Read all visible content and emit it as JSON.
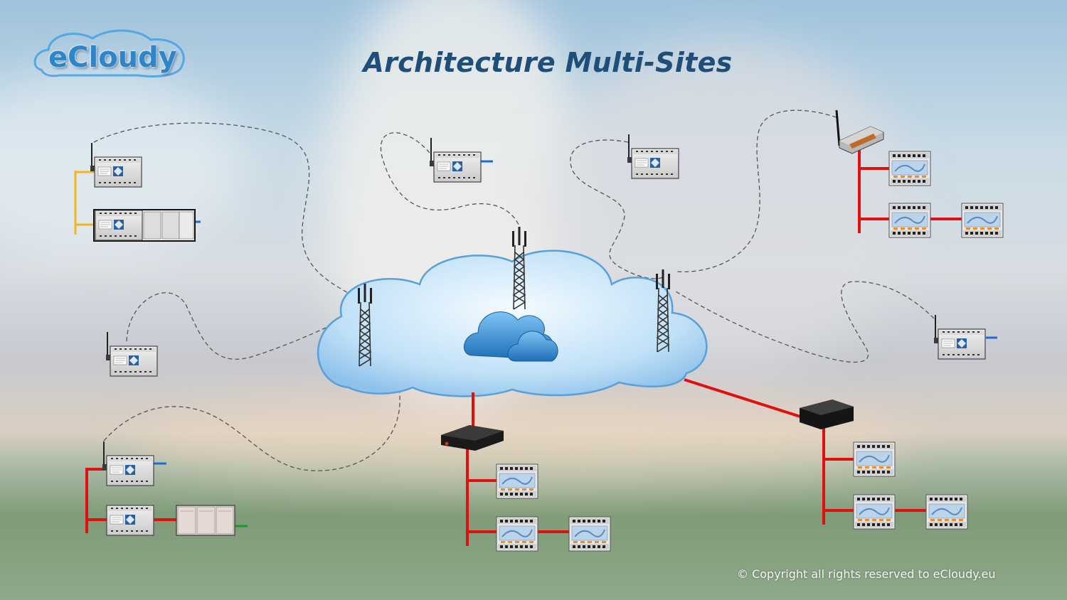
{
  "title": "Architecture Multi-Sites",
  "logo": {
    "text": "eCloudy"
  },
  "copyright": "© Copyright all rights reserved to eCloudy.eu",
  "colors": {
    "title": "#1f4e79",
    "ethernet_link": "#e01010",
    "serial_link": "#f2b51c",
    "output_blue": "#1a6fd6",
    "output_green": "#1a9a2a",
    "wireless_link": "#555555",
    "cloud": "#b9dcf6"
  },
  "icons": [
    "ecloudy-logo",
    "cloud-icon",
    "antenna-tower-icon",
    "plc-module-icon",
    "gateway-box-icon",
    "router-icon"
  ]
}
